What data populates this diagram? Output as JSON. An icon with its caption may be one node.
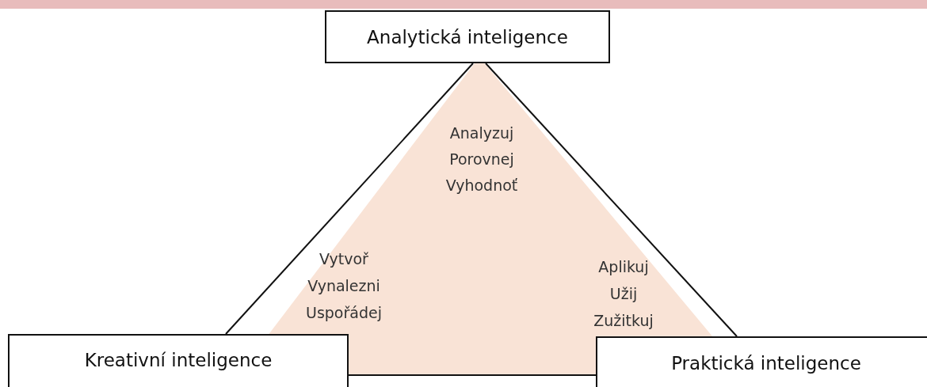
{
  "diagram": {
    "nodes": [
      {
        "text": [
          "Analytická inteligence"
        ]
      },
      {
        "text": [
          "Kreativní inteligence"
        ]
      },
      {
        "text": [
          "Praktická inteligence"
        ]
      }
    ],
    "edges": [
      {
        "from": 0,
        "to": 1,
        "arrow": "none"
      },
      {
        "from": 0,
        "to": 2,
        "arrow": "none"
      },
      {
        "from": 1,
        "to": 2,
        "arrow": "none"
      }
    ],
    "labels": [
      "Analyzuj",
      "Porovnej",
      "Vyhodnoť",
      "Vytvoř",
      "Vynalezni",
      "Uspořádej",
      "Aplikuj",
      "Užij",
      "Zužitkuj"
    ]
  }
}
